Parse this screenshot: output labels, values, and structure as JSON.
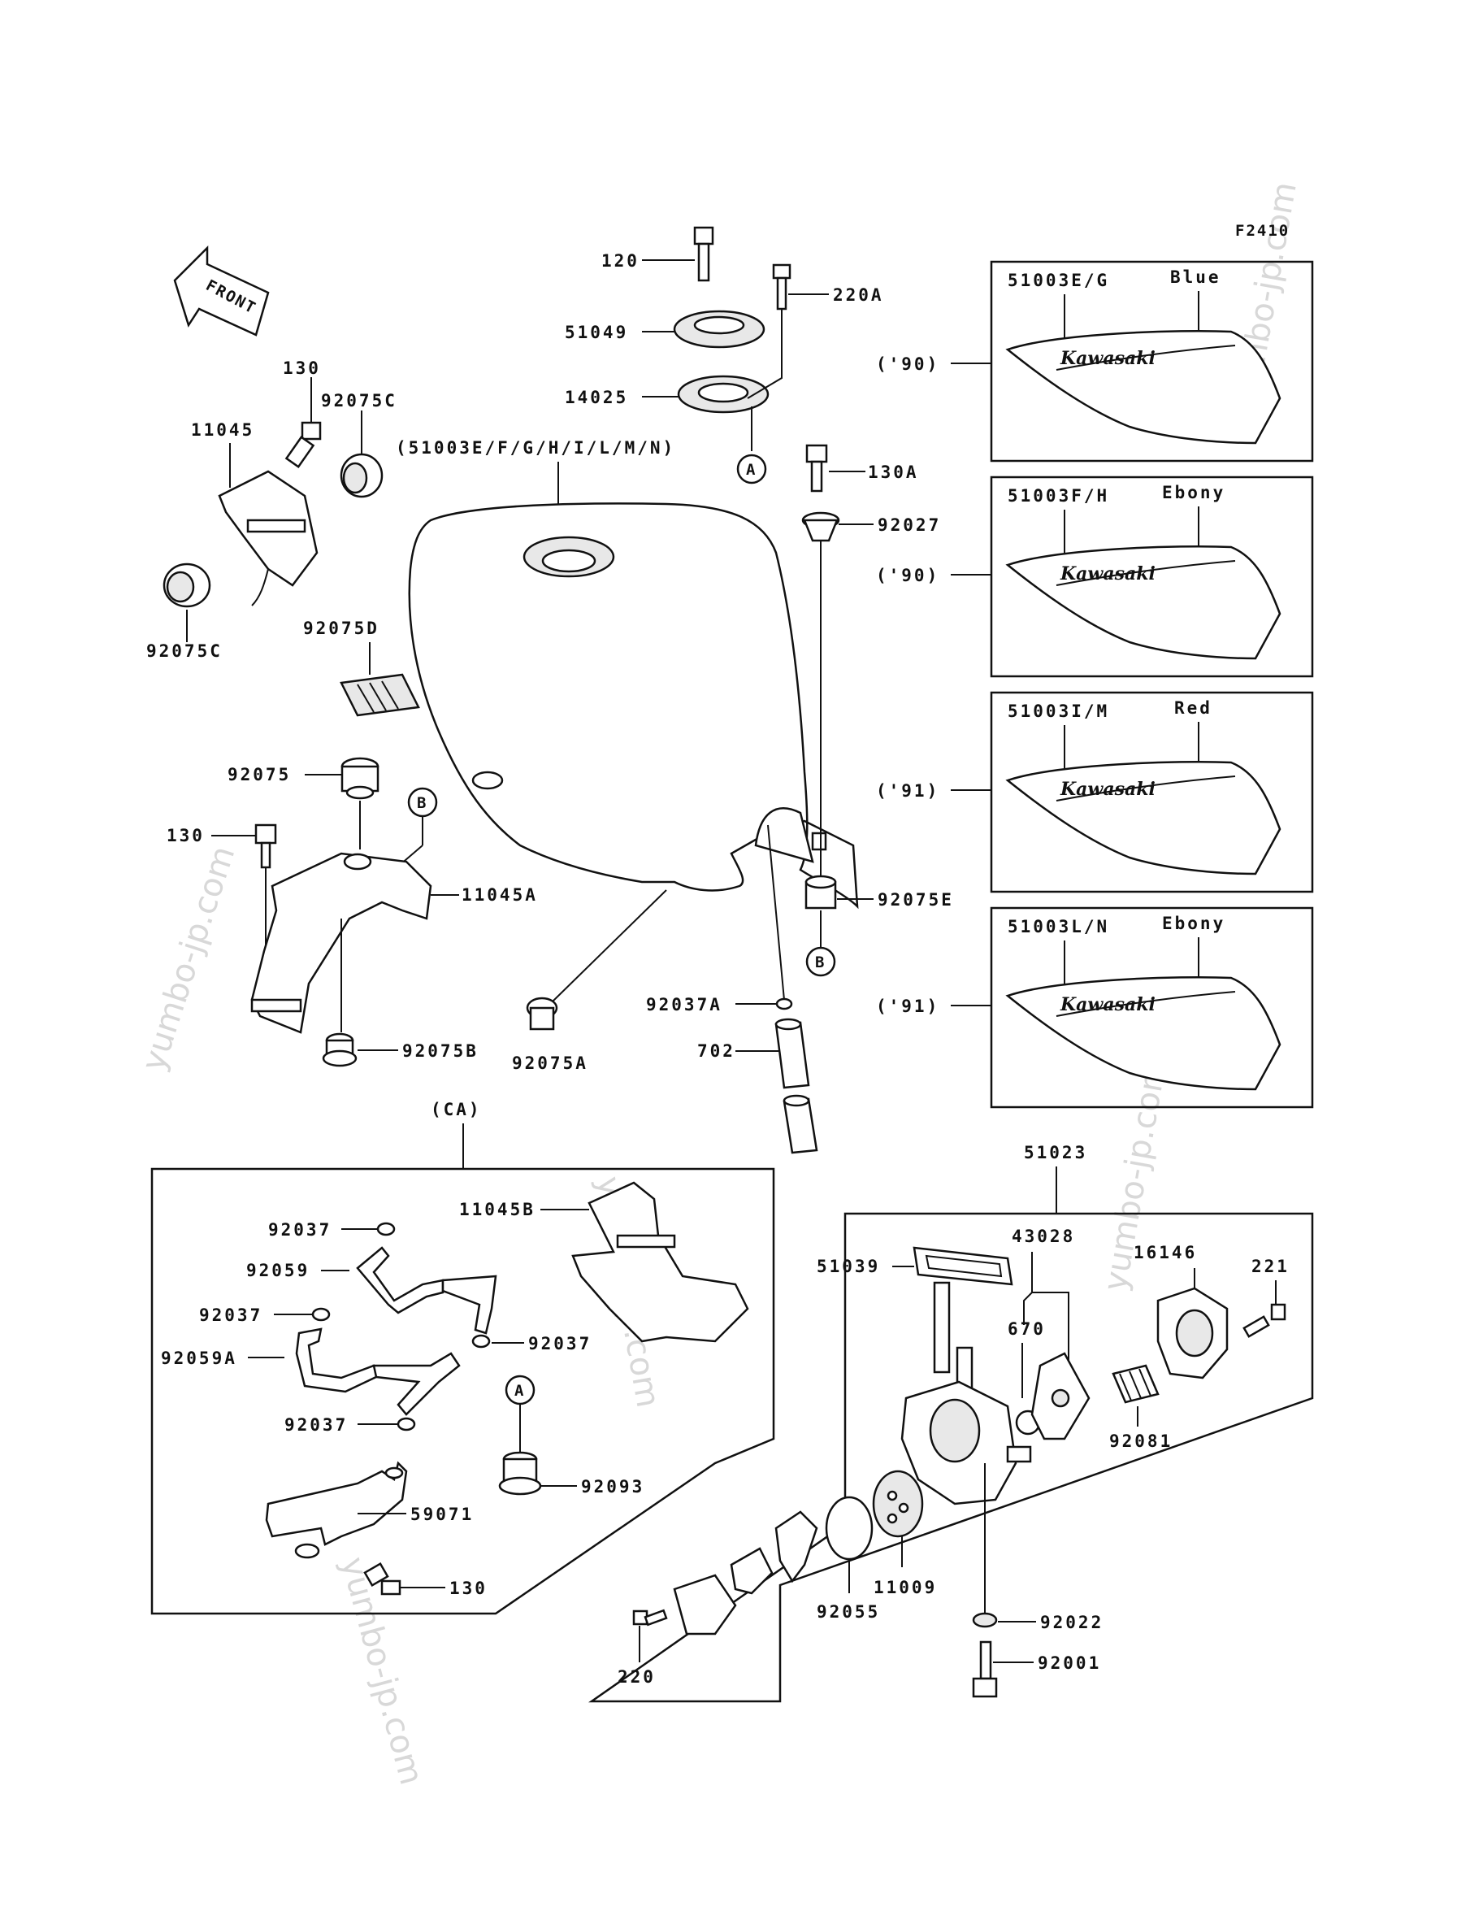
{
  "figure_code": "F2410",
  "front_label": "FRONT",
  "watermark": "yumbo-jp.com",
  "tank_label": "(51003E/F/G/H/I/L/M/N)",
  "ca_label": "(CA)",
  "variants": [
    {
      "code": "51003E/G",
      "color": "Blue",
      "year": "('90)",
      "brand": "Kawasaki"
    },
    {
      "code": "51003F/H",
      "color": "Ebony",
      "year": "('90)",
      "brand": "Kawasaki"
    },
    {
      "code": "51003I/M",
      "color": "Red",
      "year": "('91)",
      "brand": "Kawasaki"
    },
    {
      "code": "51003L/N",
      "color": "Ebony",
      "year": "('91)",
      "brand": "Kawasaki"
    }
  ],
  "callouts": {
    "a": "A",
    "b": "B"
  },
  "parts": {
    "p120": "120",
    "p220A": "220A",
    "p51049": "51049",
    "p14025": "14025",
    "p130A": "130A",
    "p92027": "92027",
    "p130_top": "130",
    "p92075C_top": "92075C",
    "p11045": "11045",
    "p92075C_bot": "92075C",
    "p92075D": "92075D",
    "p92075": "92075",
    "p130_mid": "130",
    "p11045A": "11045A",
    "p92075B": "92075B",
    "p92075A": "92075A",
    "p92075E": "92075E",
    "p92037A": "92037A",
    "p702": "702",
    "p51023": "51023",
    "p11045B": "11045B",
    "p92037_1": "92037",
    "p92059": "92059",
    "p92037_2": "92037",
    "p92037_3": "92037",
    "p92059A": "92059A",
    "p92037_4": "92037",
    "p92093": "92093",
    "p59071": "59071",
    "p130_ca": "130",
    "p51039": "51039",
    "p43028": "43028",
    "p16146": "16146",
    "p221": "221",
    "p670": "670",
    "p92081": "92081",
    "p11009": "11009",
    "p92055": "92055",
    "p92022": "92022",
    "p92001": "92001",
    "p220": "220"
  }
}
